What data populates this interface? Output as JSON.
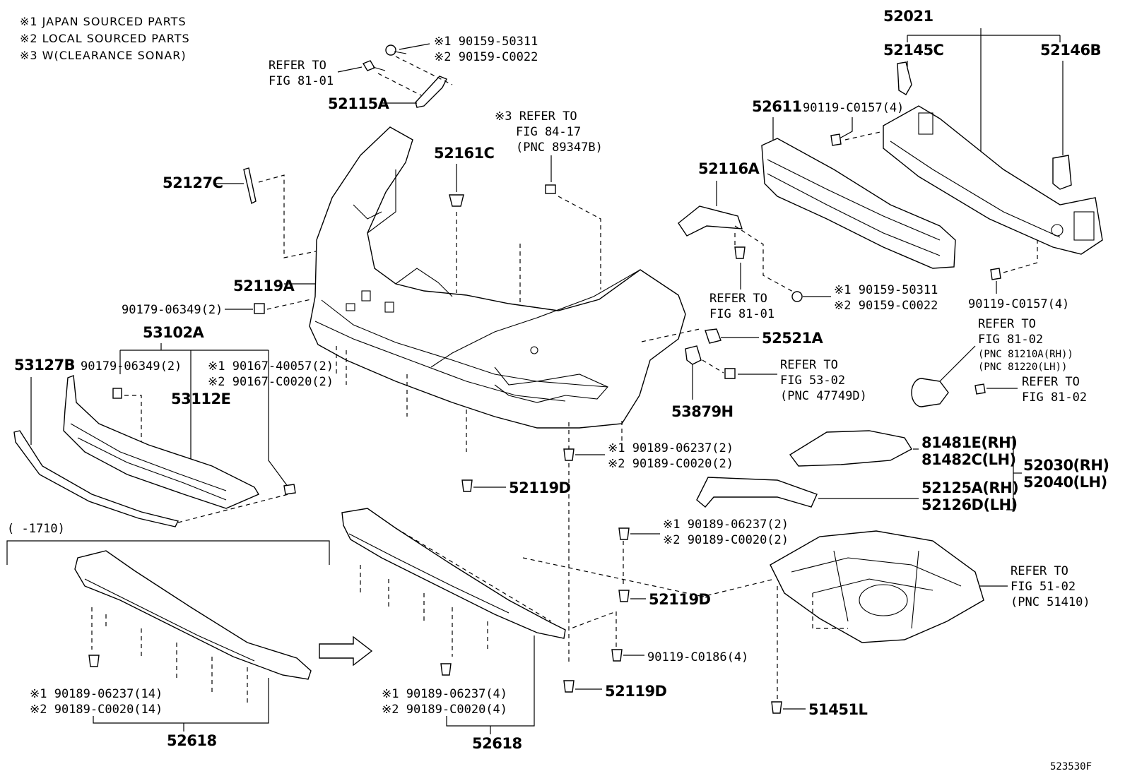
{
  "legend": {
    "l1": "※1  JAPAN SOURCED PARTS",
    "l2": "※2  LOCAL SOURCED PARTS",
    "l3": "※3  W(CLEARANCE SONAR)"
  },
  "parts": {
    "p52021": "52021",
    "p52145C": "52145C",
    "p52146B": "52146B",
    "p52611": "52611",
    "p90119_c0157_top": "90119-C0157(4)",
    "p90119_c0157_bot": "90119-C0157(4)",
    "p52116A": "52116A",
    "p52115A": "52115A",
    "p52161C": "52161C",
    "p52127C": "52127C",
    "p52119A": "52119A",
    "p90179_06349_a": "90179-06349(2)",
    "p53102A": "53102A",
    "p53127B": "53127B",
    "p90179_06349_b": "90179-06349(2)",
    "p53112E": "53112E",
    "p52521A": "52521A",
    "p53879H": "53879H",
    "p52119D_1": "52119D",
    "p52119D_2": "52119D",
    "p52119D_3": "52119D",
    "p90119_c0186": "90119-C0186(4)",
    "p51451L": "51451L",
    "p52618_a": "52618",
    "p52618_b": "52618",
    "p81481E": "81481E(RH)",
    "p81482C": "81482C(LH)",
    "p52030": "52030(RH)",
    "p52040": "52040(LH)",
    "p52125A": "52125A(RH)",
    "p52126D": "52126D(LH)"
  },
  "notes": {
    "n_top1": "※1 90159-50311",
    "n_top2": "※2 90159-C0022",
    "n_ref8101a_1": "REFER TO",
    "n_ref8101a_2": "FIG 81-01",
    "n_ref8417_1": "※3 REFER TO",
    "n_ref8417_2": "FIG 84-17",
    "n_ref8417_3": "(PNC 89347B)",
    "n_ref8101b_1": "REFER TO",
    "n_ref8101b_2": "FIG 81-01",
    "n_mid1": "※1 90159-50311",
    "n_mid2": "※2 90159-C0022",
    "n_ref8102a_1": "REFER TO",
    "n_ref8102a_2": "FIG 81-02",
    "n_ref8102a_3": "(PNC 81210A(RH))",
    "n_ref8102a_4": "(PNC 81220(LH))",
    "n_ref8102b_1": "REFER TO",
    "n_ref8102b_2": "FIG 81-02",
    "n_ref5302_1": "REFER TO",
    "n_ref5302_2": "FIG 53-02",
    "n_ref5302_3": "(PNC 47749D)",
    "n_ref5102_1": "REFER TO",
    "n_ref5102_2": "FIG 51-02",
    "n_ref5102_3": "(PNC 51410)",
    "n_grille1": "※1 90167-40057(2)",
    "n_grille2": "※2 90167-C0020(2)",
    "n_clip1a": "※1  90189-06237(2)",
    "n_clip1b": "※2  90189-C0020(2)",
    "n_clip2a": "※1  90189-06237(2)",
    "n_clip2b": "※2  90189-C0020(2)",
    "n_clip3a": "※1  90189-06237(14)",
    "n_clip3b": "※2  90189-C0020(14)",
    "n_clip4a": "※1  90189-06237(4)",
    "n_clip4b": "※2  90189-C0020(4)",
    "n_range": "(     -1710)",
    "n_code": "523530F"
  }
}
